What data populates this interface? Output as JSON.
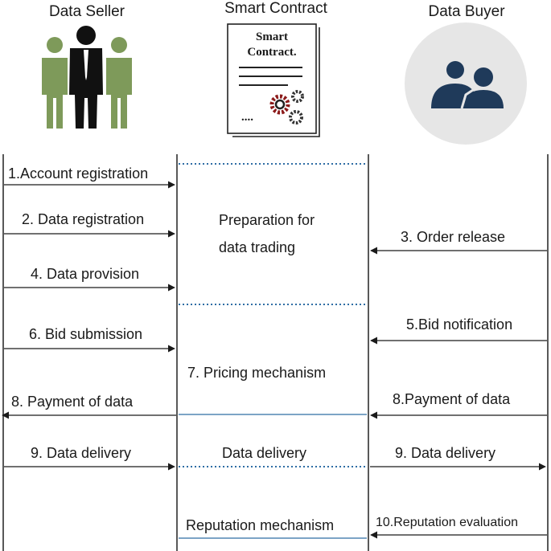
{
  "actors": {
    "seller": "Data Seller",
    "contract": "Smart Contract",
    "buyer": "Data Buyer"
  },
  "document": {
    "line1": "Smart",
    "line2": "Contract.",
    "dots": "...."
  },
  "messages": {
    "m1": "1.Account registration",
    "m2": "2. Data registration",
    "m3": "3. Order release",
    "m4": "4. Data provision",
    "m5": "5.Bid notification",
    "m6": "6. Bid submission",
    "m8_seller": "8.  Payment of data",
    "m8_buyer": "8.Payment of data",
    "m9_seller": "9. Data delivery",
    "m9_buyer": "9. Data delivery",
    "m10": "10.Reputation evaluation"
  },
  "phases": {
    "preparation_line1": "Preparation for",
    "preparation_line2": "data trading",
    "pricing": "7. Pricing mechanism",
    "delivery": "Data delivery",
    "reputation": "Reputation mechanism"
  },
  "colors": {
    "seller_green": "#7e9a5a",
    "seller_black": "#111111",
    "buyer_navy": "#1f3a5a",
    "buyer_circle": "#e6e6e6",
    "divider_blue": "#2e6da4",
    "gear_red": "#8b1a1a"
  }
}
